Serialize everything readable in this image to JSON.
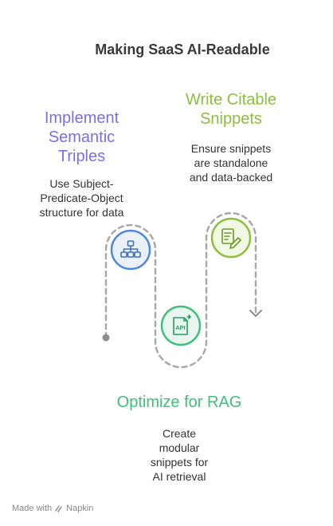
{
  "title": "Making SaaS AI-Readable",
  "steps": [
    {
      "title_lines": [
        "Implement",
        "Semantic",
        "Triples"
      ],
      "desc_lines": [
        "Use Subject-",
        "Predicate-Object",
        "structure for data"
      ],
      "color": "#7c6ee6",
      "icon": "hierarchy-icon"
    },
    {
      "title_lines": [
        "Optimize for RAG"
      ],
      "desc_lines": [
        "Create",
        "modular",
        "snippets for",
        "AI retrieval"
      ],
      "color": "#3fbf7a",
      "icon": "api-icon"
    },
    {
      "title_lines": [
        "Write Citable",
        "Snippets"
      ],
      "desc_lines": [
        "Ensure snippets",
        "are standalone",
        "and data-backed"
      ],
      "color": "#8cbf3f",
      "icon": "edit-document-icon"
    }
  ],
  "footer": {
    "made_with": "Made with",
    "brand": "Napkin"
  }
}
